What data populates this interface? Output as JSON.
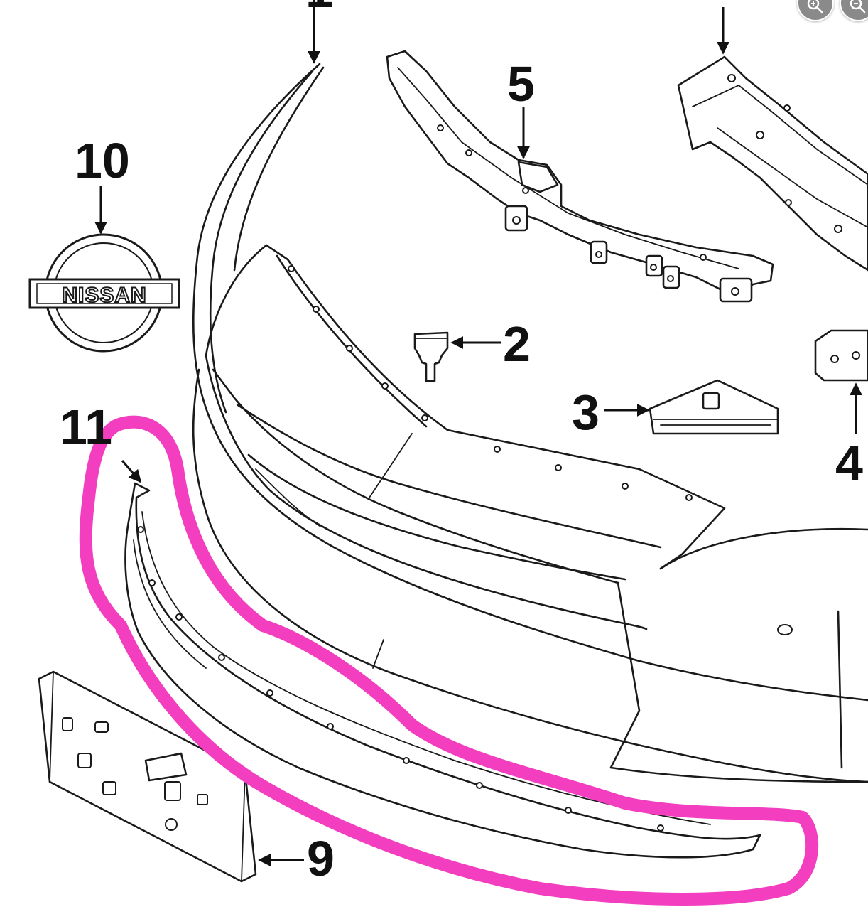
{
  "diagram": {
    "highlight_color": "#f23ebf",
    "line_color": "#1a1a1a",
    "callouts": {
      "c1": "1",
      "c2": "2",
      "c3": "3",
      "c4": "4",
      "c5": "5",
      "c9": "9",
      "c10": "10",
      "c11": "11"
    },
    "emblem_text": "NISSAN",
    "highlighted_part": "11"
  },
  "toolbar": {
    "zoom_in_icon": "zoom-in-icon",
    "zoom_out_icon": "zoom-out-icon"
  }
}
